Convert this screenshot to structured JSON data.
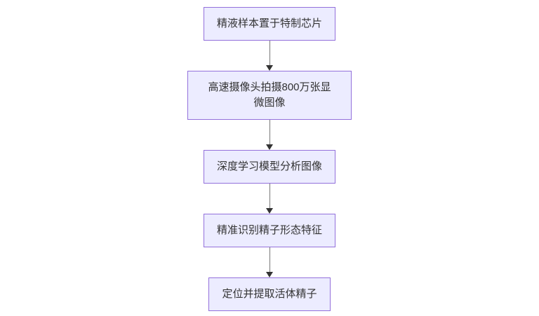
{
  "diagram": {
    "type": "flowchart-top-down",
    "colors": {
      "node_fill": "#ECECFF",
      "node_border": "#9370DB",
      "text": "#333333",
      "edge_line": "#777777",
      "edge_head": "#333333",
      "background": "#ffffff"
    },
    "steps": [
      {
        "text": "精液样本置于特制芯片",
        "lines": [
          "精液样本置于特制芯片"
        ]
      },
      {
        "text": "高速摄像头拍摄800万张显微图像",
        "lines": [
          "高速摄像头拍摄800万张显",
          "微图像"
        ]
      },
      {
        "text": "深度学习模型分析图像",
        "lines": [
          "深度学习模型分析图像"
        ]
      },
      {
        "text": "精准识别精子形态特征",
        "lines": [
          "精准识别精子形态特征"
        ]
      },
      {
        "text": "定位并提取活体精子",
        "lines": [
          "定位并提取活体精子"
        ]
      }
    ],
    "connections": [
      {
        "from": 0,
        "to": 1
      },
      {
        "from": 1,
        "to": 2
      },
      {
        "from": 2,
        "to": 3
      },
      {
        "from": 3,
        "to": 4
      }
    ]
  }
}
